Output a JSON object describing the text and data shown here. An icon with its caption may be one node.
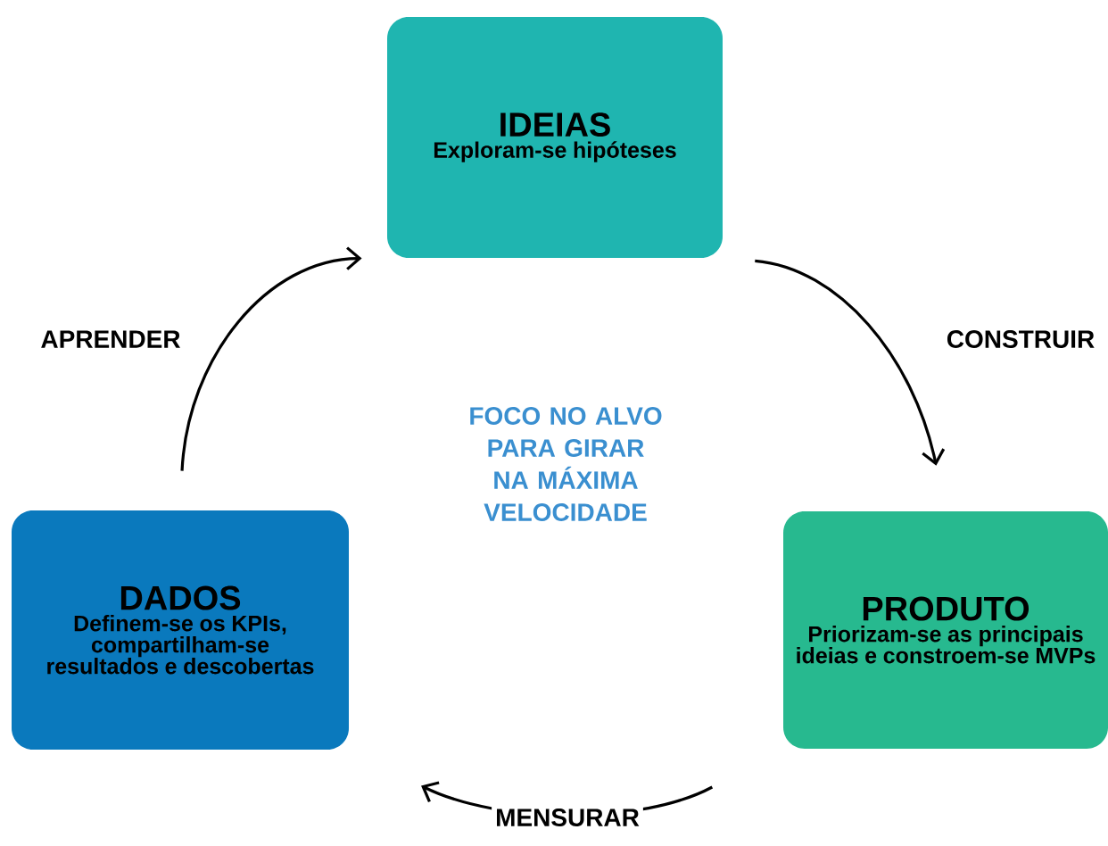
{
  "diagram": {
    "nodes": [
      {
        "text": [
          "IDEIAS",
          "Exploram-se hipóteses"
        ]
      },
      {
        "text": [
          "PRODUTO",
          "Priorizam-se as principais ideias e constroem-se MVPs"
        ]
      },
      {
        "text": [
          "DADOS",
          "Definem-se os KPIs, compartilham-se resultados e descobertas"
        ]
      }
    ],
    "edges": [
      {
        "from": 0,
        "to": 1,
        "arrow": "to",
        "label": "CONSTRUIR"
      },
      {
        "from": 1,
        "to": 2,
        "arrow": "to",
        "label": "MENSURAR"
      },
      {
        "from": 2,
        "to": 0,
        "arrow": "to",
        "label": "APRENDER"
      }
    ],
    "labels": [
      "FOCO NO ALVO PARA GIRAR NA MÁXIMA VELOCIDADE"
    ]
  }
}
